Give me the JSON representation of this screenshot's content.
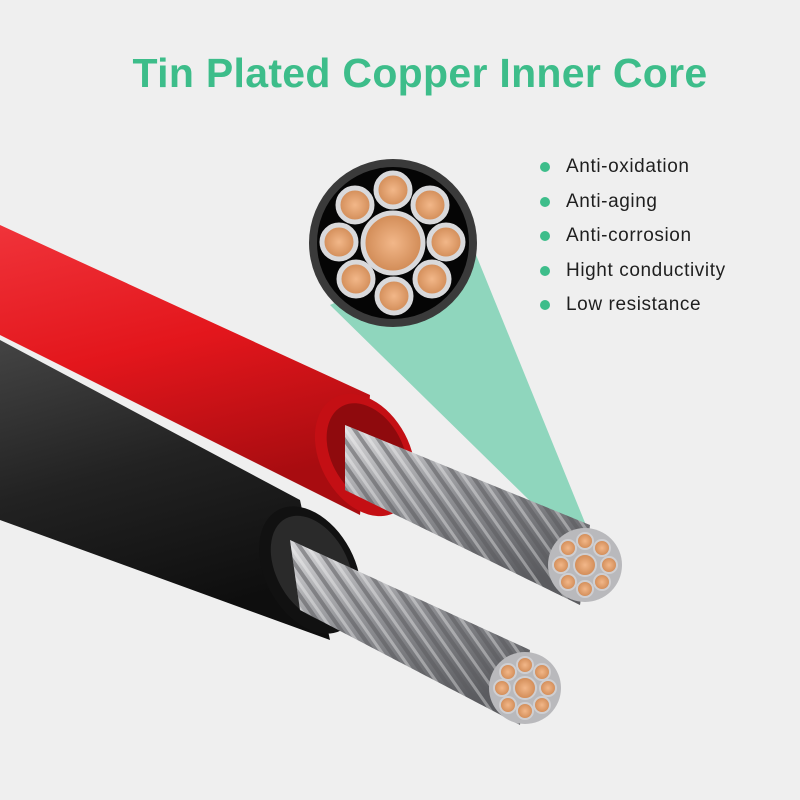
{
  "title": "Tin Plated Copper Inner Core",
  "features": [
    "Anti-oxidation",
    "Anti-aging",
    "Anti-corrosion",
    "Hight conductivity",
    "Low resistance"
  ],
  "colors": {
    "accent": "#3dbd8a",
    "red_cable": "#e3161c",
    "black_cable": "#1c1c1c",
    "copper": "#e0a070",
    "background": "#efefef"
  }
}
